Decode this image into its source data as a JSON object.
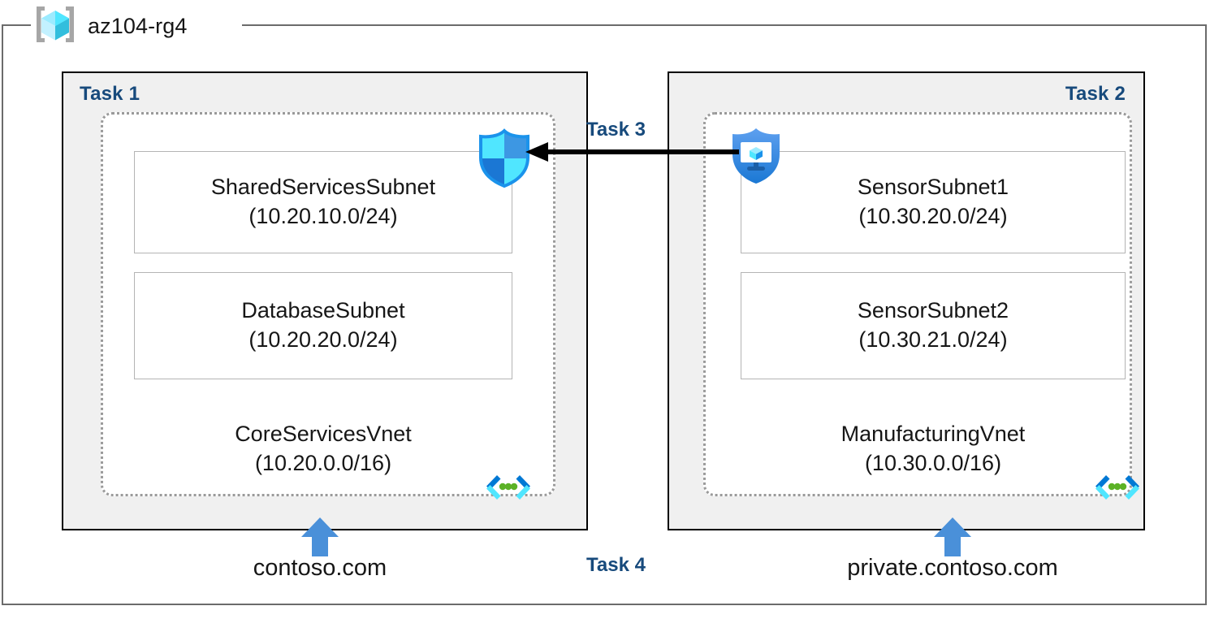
{
  "resource_group": {
    "name": "az104-rg4",
    "icon": "azure-resource-group-icon"
  },
  "colors": {
    "task_label": "#174a7c",
    "panel_fill": "#f0f0f0",
    "panel_border": "#000000",
    "vnet_border": "#9a9a9a",
    "subnet_border": "#b4b4b4",
    "dns_arrow": "#4a90d9",
    "connector": "#000000",
    "rg_border": "#6b6b6b",
    "shield_cyan": "#50e6ff",
    "shield_blue": "#1b93eb",
    "shield_dark_blue": "#0f6cbd",
    "glyph_green": "#5bb226"
  },
  "panels": [
    {
      "task_label": "Task 1",
      "vnet": {
        "name": "CoreServicesVnet",
        "cidr": "(10.20.0.0/16)",
        "glyph": "vnet-brackets-icon",
        "subnets": [
          {
            "name": "SharedServicesSubnet",
            "cidr": "(10.20.10.0/24)"
          },
          {
            "name": "DatabaseSubnet",
            "cidr": "(10.20.20.0/24)"
          }
        ]
      },
      "dns": {
        "label": "contoso.com",
        "arrow": "up-arrow-icon"
      }
    },
    {
      "task_label": "Task 2",
      "vnet": {
        "name": "ManufacturingVnet",
        "cidr": "(10.30.0.0/16)",
        "glyph": "vnet-brackets-icon",
        "subnets": [
          {
            "name": "SensorSubnet1",
            "cidr": "(10.30.20.0/24)"
          },
          {
            "name": "SensorSubnet2",
            "cidr": "(10.30.21.0/24)"
          }
        ]
      },
      "dns": {
        "label": "private.contoso.com",
        "arrow": "up-arrow-icon"
      }
    }
  ],
  "connector": {
    "task_label": "Task 3",
    "direction": "right-to-left",
    "source_icon": "vm-shield-icon",
    "target_icon": "shield-icon"
  },
  "task4": {
    "task_label": "Task 4"
  }
}
